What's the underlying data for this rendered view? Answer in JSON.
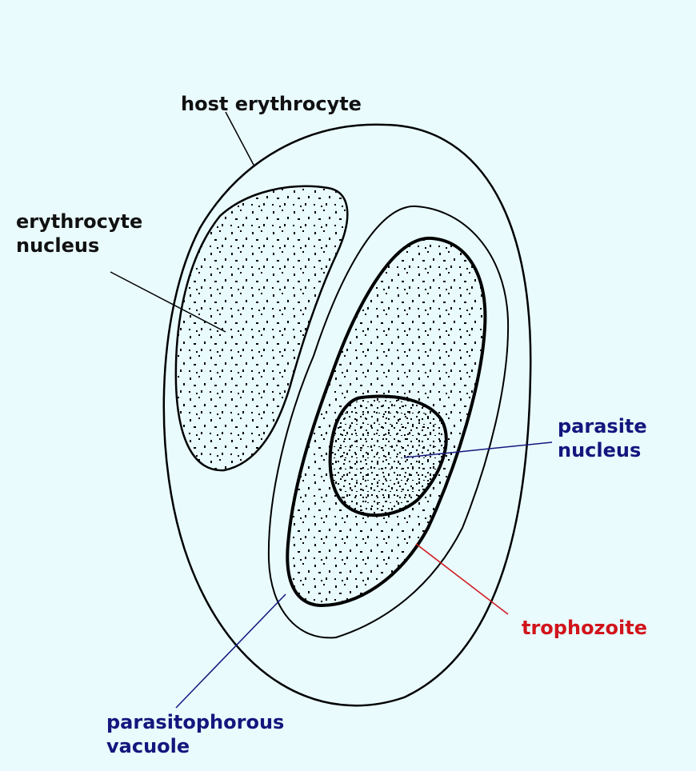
{
  "colors": {
    "background": "#e9fbfd",
    "outline": "#000000",
    "stipple": "#000000",
    "label_black": "#111111",
    "label_blue": "#14167e",
    "label_red": "#d1141b"
  },
  "labels": {
    "host_erythrocyte": {
      "lines": [
        "host erythrocyte"
      ],
      "color": "#111111"
    },
    "erythrocyte_nucleus": {
      "lines": [
        "erythrocyte",
        "nucleus"
      ],
      "color": "#111111"
    },
    "parasite_nucleus": {
      "lines": [
        "parasite",
        "nucleus"
      ],
      "color": "#14167e"
    },
    "trophozoite": {
      "lines": [
        "trophozoite"
      ],
      "color": "#d1141b"
    },
    "parasitophorous_vacuole": {
      "lines": [
        "parasitophorous",
        "vacuole"
      ],
      "color": "#14167e"
    }
  }
}
